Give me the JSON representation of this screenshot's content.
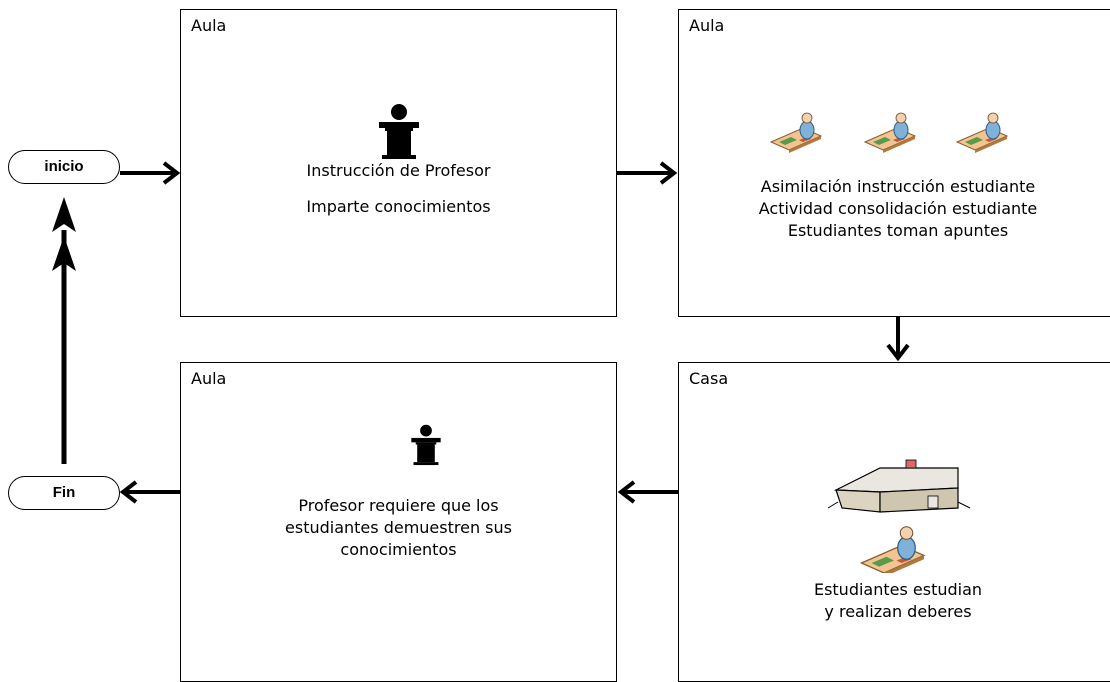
{
  "terminals": {
    "start": "inicio",
    "end": "Fin"
  },
  "boxes": {
    "top_left": {
      "location": "Aula",
      "lines": [
        "Instrucción de Profesor",
        "Imparte conocimientos"
      ],
      "icon": "teacher-podium-icon"
    },
    "top_right": {
      "location": "Aula",
      "lines": [
        "Asimilación instrucción estudiante",
        "Actividad consolidación estudiante",
        "Estudiantes toman apuntes"
      ],
      "icon": "student-desk-icon"
    },
    "bottom_right": {
      "location": "Casa",
      "lines": [
        "Estudiantes estudian",
        "y realizan deberes"
      ],
      "icons": [
        "house-icon",
        "student-desk-icon"
      ]
    },
    "bottom_left": {
      "location": "Aula",
      "lines": [
        "Profesor requiere que los",
        "estudiantes demuestren sus",
        "conocimientos"
      ],
      "icon": "teacher-podium-icon"
    }
  }
}
